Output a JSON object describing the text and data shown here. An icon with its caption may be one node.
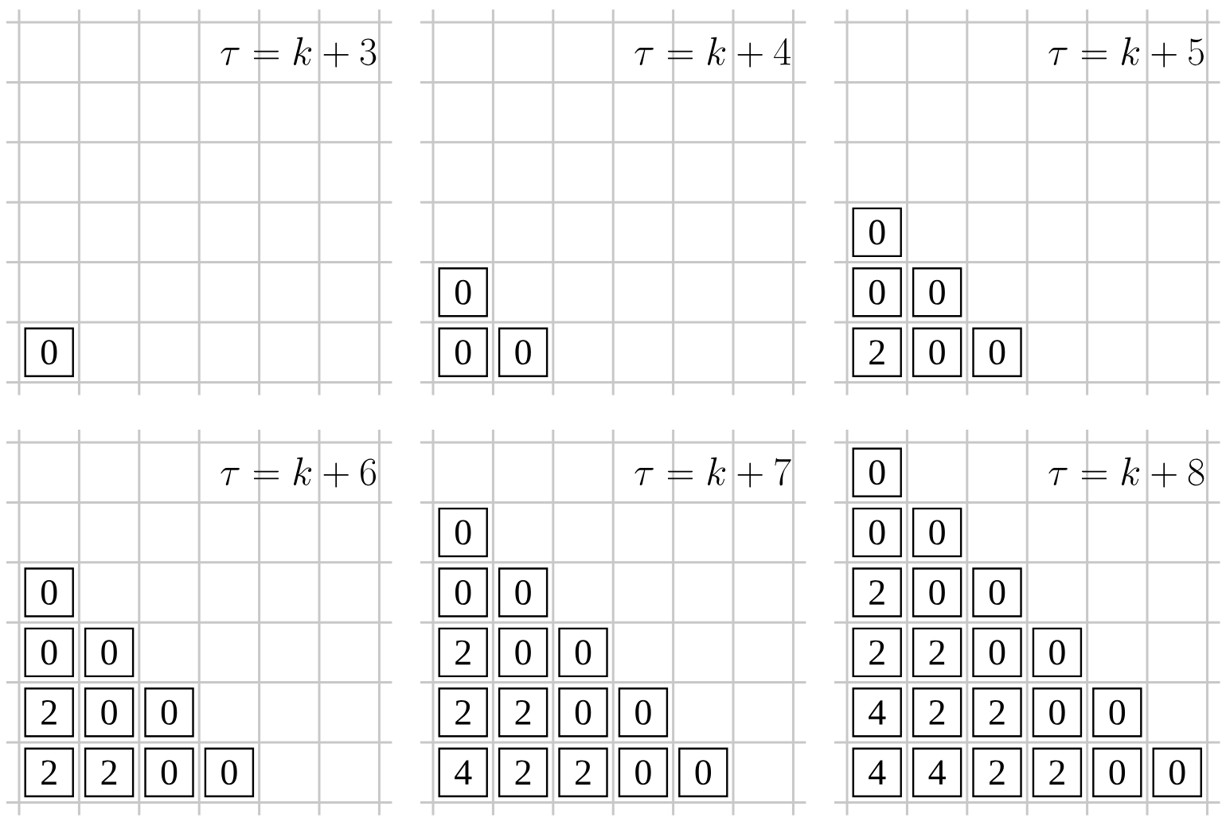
{
  "diagram": {
    "nodes": [
      {
        "text": [
          "\\tau = k + 3"
        ]
      },
      {
        "text": [
          "0"
        ],
        "in": 0
      },
      {
        "text": [
          "\\tau = k + 4"
        ]
      },
      {
        "text": [
          "0"
        ],
        "in": 2
      },
      {
        "text": [
          "0"
        ],
        "in": 2
      },
      {
        "text": [
          "0"
        ],
        "in": 2
      },
      {
        "text": [
          "\\tau = k + 5"
        ]
      },
      {
        "text": [
          "0"
        ],
        "in": 6
      },
      {
        "text": [
          "0"
        ],
        "in": 6
      },
      {
        "text": [
          "0"
        ],
        "in": 6
      },
      {
        "text": [
          "2"
        ],
        "in": 6
      },
      {
        "text": [
          "0"
        ],
        "in": 6
      },
      {
        "text": [
          "0"
        ],
        "in": 6
      },
      {
        "text": [
          "\\tau = k + 6"
        ]
      },
      {
        "text": [
          "0"
        ],
        "in": 13
      },
      {
        "text": [
          "0"
        ],
        "in": 13
      },
      {
        "text": [
          "0"
        ],
        "in": 13
      },
      {
        "text": [
          "2"
        ],
        "in": 13
      },
      {
        "text": [
          "0"
        ],
        "in": 13
      },
      {
        "text": [
          "0"
        ],
        "in": 13
      },
      {
        "text": [
          "2"
        ],
        "in": 13
      },
      {
        "text": [
          "2"
        ],
        "in": 13
      },
      {
        "text": [
          "0"
        ],
        "in": 13
      },
      {
        "text": [
          "0"
        ],
        "in": 13
      },
      {
        "text": [
          "\\tau = k + 7"
        ]
      },
      {
        "text": [
          "0"
        ],
        "in": 24
      },
      {
        "text": [
          "0"
        ],
        "in": 24
      },
      {
        "text": [
          "0"
        ],
        "in": 24
      },
      {
        "text": [
          "2"
        ],
        "in": 24
      },
      {
        "text": [
          "0"
        ],
        "in": 24
      },
      {
        "text": [
          "0"
        ],
        "in": 24
      },
      {
        "text": [
          "2"
        ],
        "in": 24
      },
      {
        "text": [
          "2"
        ],
        "in": 24
      },
      {
        "text": [
          "0"
        ],
        "in": 24
      },
      {
        "text": [
          "0"
        ],
        "in": 24
      },
      {
        "text": [
          "4"
        ],
        "in": 24
      },
      {
        "text": [
          "2"
        ],
        "in": 24
      },
      {
        "text": [
          "2"
        ],
        "in": 24
      },
      {
        "text": [
          "0"
        ],
        "in": 24
      },
      {
        "text": [
          "0"
        ],
        "in": 24
      },
      {
        "text": [
          "\\tau = k + 8"
        ]
      },
      {
        "text": [
          "0"
        ],
        "in": 40
      },
      {
        "text": [
          "0"
        ],
        "in": 40
      },
      {
        "text": [
          "0"
        ],
        "in": 40
      },
      {
        "text": [
          "2"
        ],
        "in": 40
      },
      {
        "text": [
          "0"
        ],
        "in": 40
      },
      {
        "text": [
          "0"
        ],
        "in": 40
      },
      {
        "text": [
          "2"
        ],
        "in": 40
      },
      {
        "text": [
          "2"
        ],
        "in": 40
      },
      {
        "text": [
          "0"
        ],
        "in": 40
      },
      {
        "text": [
          "0"
        ],
        "in": 40
      },
      {
        "text": [
          "4"
        ],
        "in": 40
      },
      {
        "text": [
          "2"
        ],
        "in": 40
      },
      {
        "text": [
          "2"
        ],
        "in": 40
      },
      {
        "text": [
          "0"
        ],
        "in": 40
      },
      {
        "text": [
          "0"
        ],
        "in": 40
      },
      {
        "text": [
          "4"
        ],
        "in": 40
      },
      {
        "text": [
          "4"
        ],
        "in": 40
      },
      {
        "text": [
          "2"
        ],
        "in": 40
      },
      {
        "text": [
          "2"
        ],
        "in": 40
      },
      {
        "text": [
          "0"
        ],
        "in": 40
      },
      {
        "text": [
          "0"
        ],
        "in": 40
      }
    ],
    "edges": []
  }
}
